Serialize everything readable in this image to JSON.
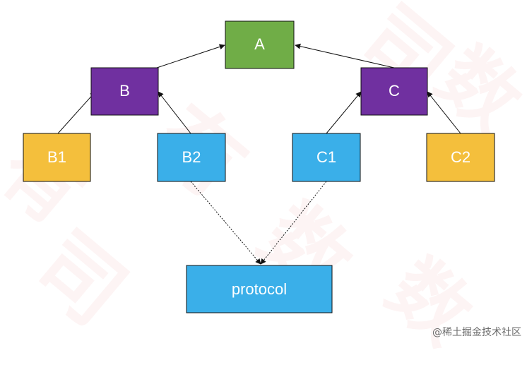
{
  "nodes": {
    "A": {
      "label": "A",
      "fill": "#70AD47"
    },
    "B": {
      "label": "B",
      "fill": "#7030A0"
    },
    "C": {
      "label": "C",
      "fill": "#7030A0"
    },
    "B1": {
      "label": "B1",
      "fill": "#F4BF3C"
    },
    "B2": {
      "label": "B2",
      "fill": "#3AAFE9"
    },
    "C1": {
      "label": "C1",
      "fill": "#3AAFE9"
    },
    "C2": {
      "label": "C2",
      "fill": "#F4BF3C"
    },
    "protocol": {
      "label": "protocol",
      "fill": "#3AAFE9"
    }
  },
  "edges": [
    {
      "from": "B",
      "to": "A",
      "style": "solid"
    },
    {
      "from": "C",
      "to": "A",
      "style": "solid"
    },
    {
      "from": "B1",
      "to": "B",
      "style": "solid"
    },
    {
      "from": "B2",
      "to": "B",
      "style": "solid"
    },
    {
      "from": "C1",
      "to": "C",
      "style": "solid"
    },
    {
      "from": "C2",
      "to": "C",
      "style": "solid"
    },
    {
      "from": "B2",
      "to": "protocol",
      "style": "dashed"
    },
    {
      "from": "C1",
      "to": "protocol",
      "style": "dashed"
    }
  ],
  "watermark": "@稀土掘金技术社区",
  "background_watermark_glyphs": [
    "司",
    "数",
    "有",
    "数",
    "司",
    "有",
    "数"
  ]
}
